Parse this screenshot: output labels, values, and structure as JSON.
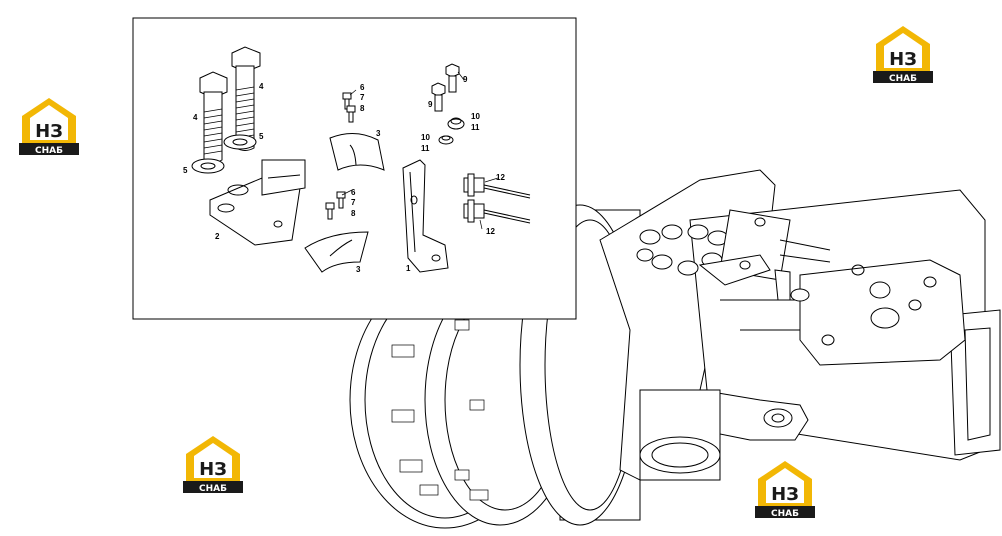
{
  "diagram": {
    "callouts": [
      {
        "id": "c1",
        "label": "1"
      },
      {
        "id": "c2",
        "label": "2"
      },
      {
        "id": "c3a",
        "label": "3"
      },
      {
        "id": "c3b",
        "label": "3"
      },
      {
        "id": "c4a",
        "label": "4"
      },
      {
        "id": "c4b",
        "label": "4"
      },
      {
        "id": "c5a",
        "label": "5"
      },
      {
        "id": "c5b",
        "label": "5"
      },
      {
        "id": "c6a",
        "label": "6"
      },
      {
        "id": "c7a",
        "label": "7"
      },
      {
        "id": "c8a",
        "label": "8"
      },
      {
        "id": "c6b",
        "label": "6"
      },
      {
        "id": "c7b",
        "label": "7"
      },
      {
        "id": "c8b",
        "label": "8"
      },
      {
        "id": "c9a",
        "label": "9"
      },
      {
        "id": "c9b",
        "label": "9"
      },
      {
        "id": "c10a",
        "label": "10"
      },
      {
        "id": "c11a",
        "label": "11"
      },
      {
        "id": "c10b",
        "label": "10"
      },
      {
        "id": "c11b",
        "label": "11"
      },
      {
        "id": "c12a",
        "label": "12"
      },
      {
        "id": "c12b",
        "label": "12"
      }
    ]
  },
  "watermark": {
    "line1": "НЗ",
    "line2": "СНАБ",
    "colors": {
      "accent": "#f2b705",
      "dark": "#1a1a1a",
      "text_light": "#ffffff"
    }
  }
}
